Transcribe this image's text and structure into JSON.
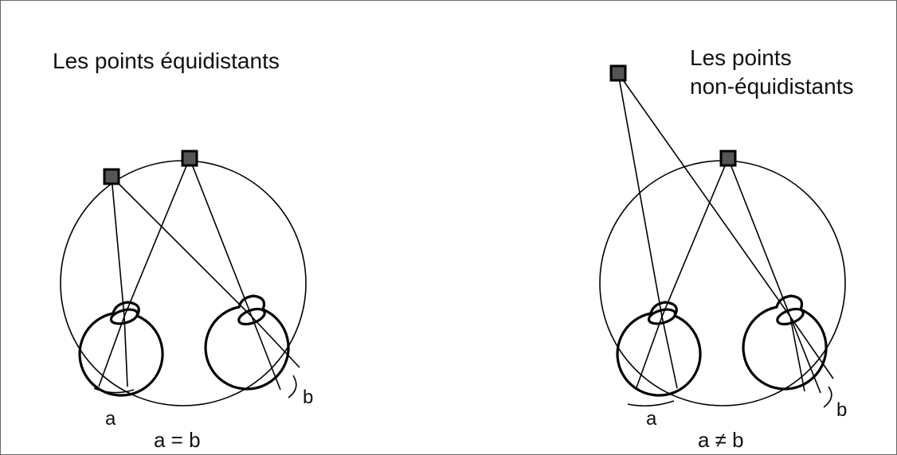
{
  "left_panel": {
    "title": "Les points équidistants",
    "label_a": "a",
    "label_b": "b",
    "relation": "a = b"
  },
  "right_panel": {
    "title_line1": "Les points",
    "title_line2": "non-équidistants",
    "label_a": "a",
    "label_b": "b",
    "relation": "a ≠ b"
  },
  "colors": {
    "point_fill": "#555555",
    "stroke": "#000000",
    "frame": "#666666"
  }
}
